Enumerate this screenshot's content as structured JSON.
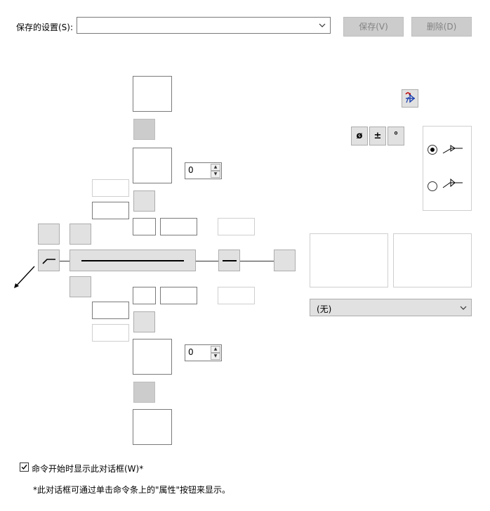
{
  "header": {
    "saved_settings_label": "保存的设置(S):",
    "saved_settings_value": "",
    "save_button": "保存(V)",
    "delete_button": "删除(D)"
  },
  "spinners": {
    "upper_value": "0",
    "lower_value": "0"
  },
  "symbols": {
    "diameter": "ø",
    "plus_minus": "±",
    "degree": "°"
  },
  "dropdown": {
    "selected": "(无)"
  },
  "footer": {
    "show_dialog_label": "命令开始时显示此对话框(W)*",
    "show_dialog_checked": true,
    "note": "*此对话框可通过单击命令条上的\"属性\"按钮来显示。"
  },
  "radio": {
    "option1_selected": true,
    "option2_selected": false
  }
}
